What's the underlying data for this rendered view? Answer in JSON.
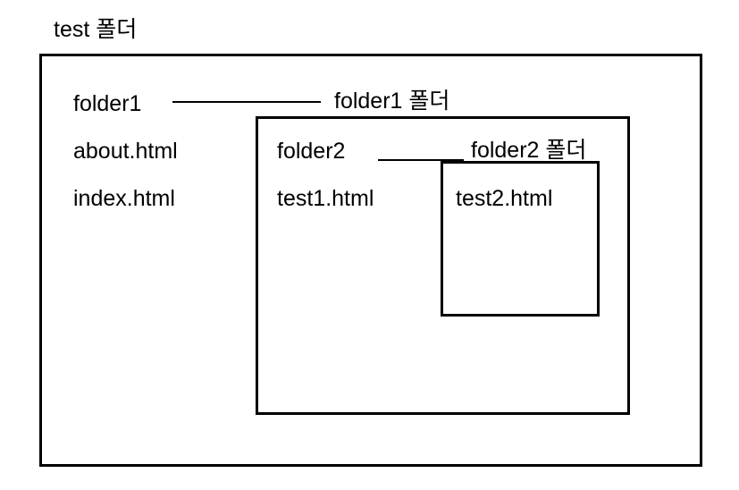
{
  "diagram": {
    "title": "test 폴더",
    "type": "folder-structure-nested-boxes",
    "boxes": [
      {
        "id": "outer",
        "caption": "test 폴더",
        "caption_position": "above-top-left",
        "entries": [
          "folder1",
          "about.html",
          "index.html"
        ]
      },
      {
        "id": "middle",
        "caption": "folder1 폴더",
        "caption_position": "above-top-center",
        "entries": [
          "folder2",
          "test1.html"
        ]
      },
      {
        "id": "inner",
        "caption": "folder2 폴더",
        "caption_position": "above-top-center",
        "entries": [
          "test2.html"
        ]
      }
    ],
    "callouts": [
      {
        "from": "folder1",
        "to": "folder1 폴더"
      },
      {
        "from": "folder2",
        "to": "folder2 폴더"
      }
    ],
    "colors": {
      "background": "#ffffff",
      "stroke": "#000000",
      "text": "#000000"
    }
  },
  "outer_folder": {
    "caption": "test 폴더",
    "items": [
      {
        "label": "folder1",
        "kind": "folder"
      },
      {
        "label": "about.html",
        "kind": "file"
      },
      {
        "label": "index.html",
        "kind": "file"
      }
    ]
  },
  "folder1": {
    "caption": "folder1 폴더",
    "items": [
      {
        "label": "folder2",
        "kind": "folder"
      },
      {
        "label": "test1.html",
        "kind": "file"
      }
    ]
  },
  "folder2": {
    "caption": "folder2 폴더",
    "items": [
      {
        "label": "test2.html",
        "kind": "file"
      }
    ]
  }
}
